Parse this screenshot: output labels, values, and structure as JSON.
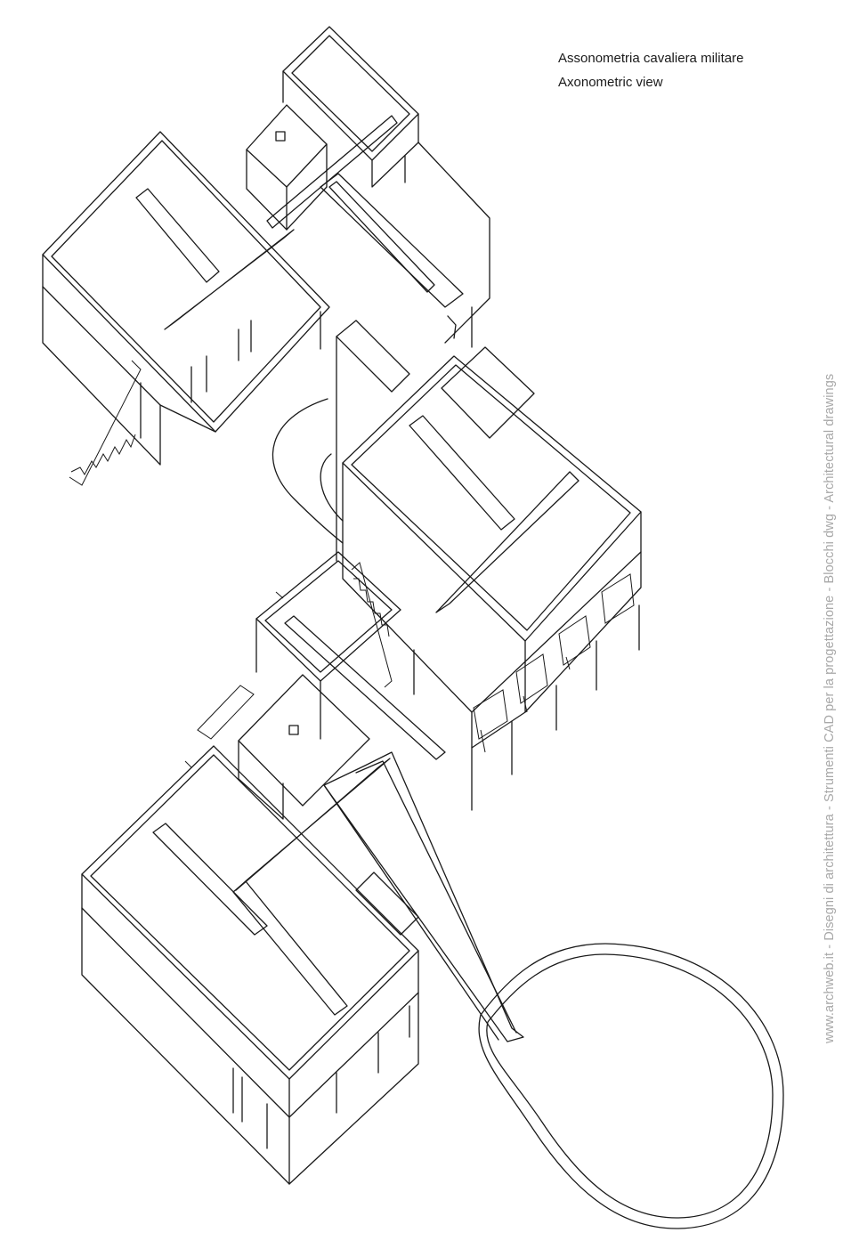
{
  "header": {
    "title_it": "Assonometria cavaliera militare",
    "title_en": "Axonometric view"
  },
  "credit": "www.archweb.it  -   Disegni di architettura - Strumenti CAD  per la progettazione - Blocchi dwg  -  Architectural drawings",
  "colors": {
    "line": "#1a1a1a",
    "credit_text": "#a8a8a8",
    "background": "#ffffff"
  }
}
